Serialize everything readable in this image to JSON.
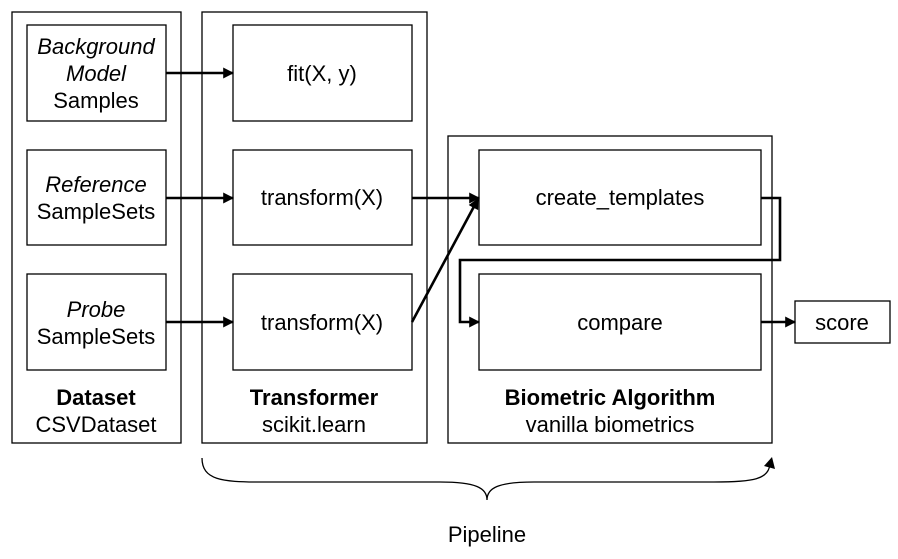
{
  "dataset": {
    "inputs": [
      {
        "line1": "Background",
        "line2": "Model",
        "line3": "Samples"
      },
      {
        "line1": "Reference",
        "line2": "SampleSets"
      },
      {
        "line1": "Probe",
        "line2": "SampleSets"
      }
    ],
    "title": "Dataset",
    "subtitle": "CSVDataset"
  },
  "transformer": {
    "steps": [
      "fit(X, y)",
      "transform(X)",
      "transform(X)"
    ],
    "title": "Transformer",
    "subtitle": "scikit.learn"
  },
  "biometric_algorithm": {
    "steps": [
      "create_templates",
      "compare"
    ],
    "title": "Biometric Algorithm",
    "subtitle": "vanilla biometrics"
  },
  "output": {
    "label": "score"
  },
  "pipeline": {
    "label": "Pipeline"
  }
}
